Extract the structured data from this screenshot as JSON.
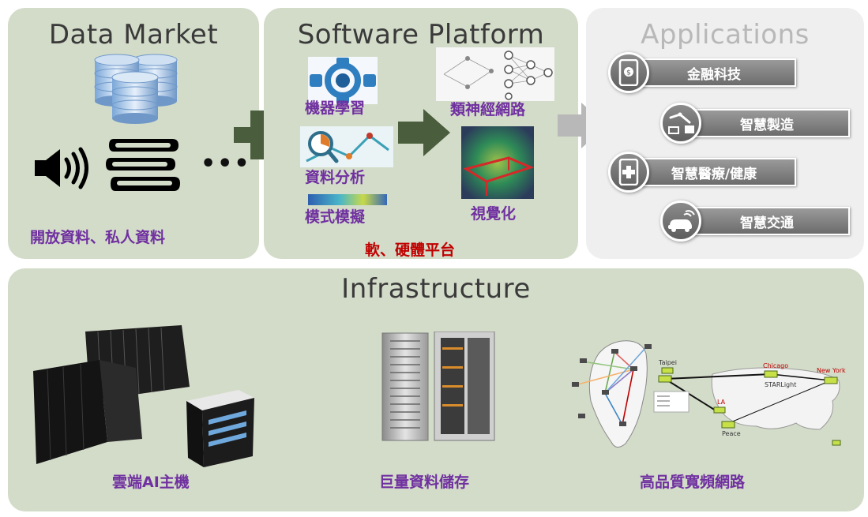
{
  "data_market": {
    "title": "Data Market",
    "caption": "開放資料、私人資料",
    "ellipsis": "•••"
  },
  "software_platform": {
    "title": "Software Platform",
    "items": [
      "機器學習",
      "類神經網路",
      "資料分析",
      "模式模擬",
      "視覺化"
    ],
    "caption": "軟、硬體平台"
  },
  "applications": {
    "title": "Applications",
    "items": [
      "金融科技",
      "智慧製造",
      "智慧醫療/健康",
      "智慧交通"
    ]
  },
  "infrastructure": {
    "title": "Infrastructure",
    "items": [
      "雲端AI主機",
      "巨量資料儲存",
      "高品質寬頻網路"
    ],
    "map_labels": [
      "Chicago",
      "STARLight",
      "New York",
      "LA",
      "Peace",
      "Taipei"
    ]
  },
  "colors": {
    "panel_green": "#d3dcc9",
    "panel_grey": "#efefef",
    "label_purple": "#7030a0",
    "label_red": "#c00000",
    "arrow_green": "#4a5d3c"
  }
}
